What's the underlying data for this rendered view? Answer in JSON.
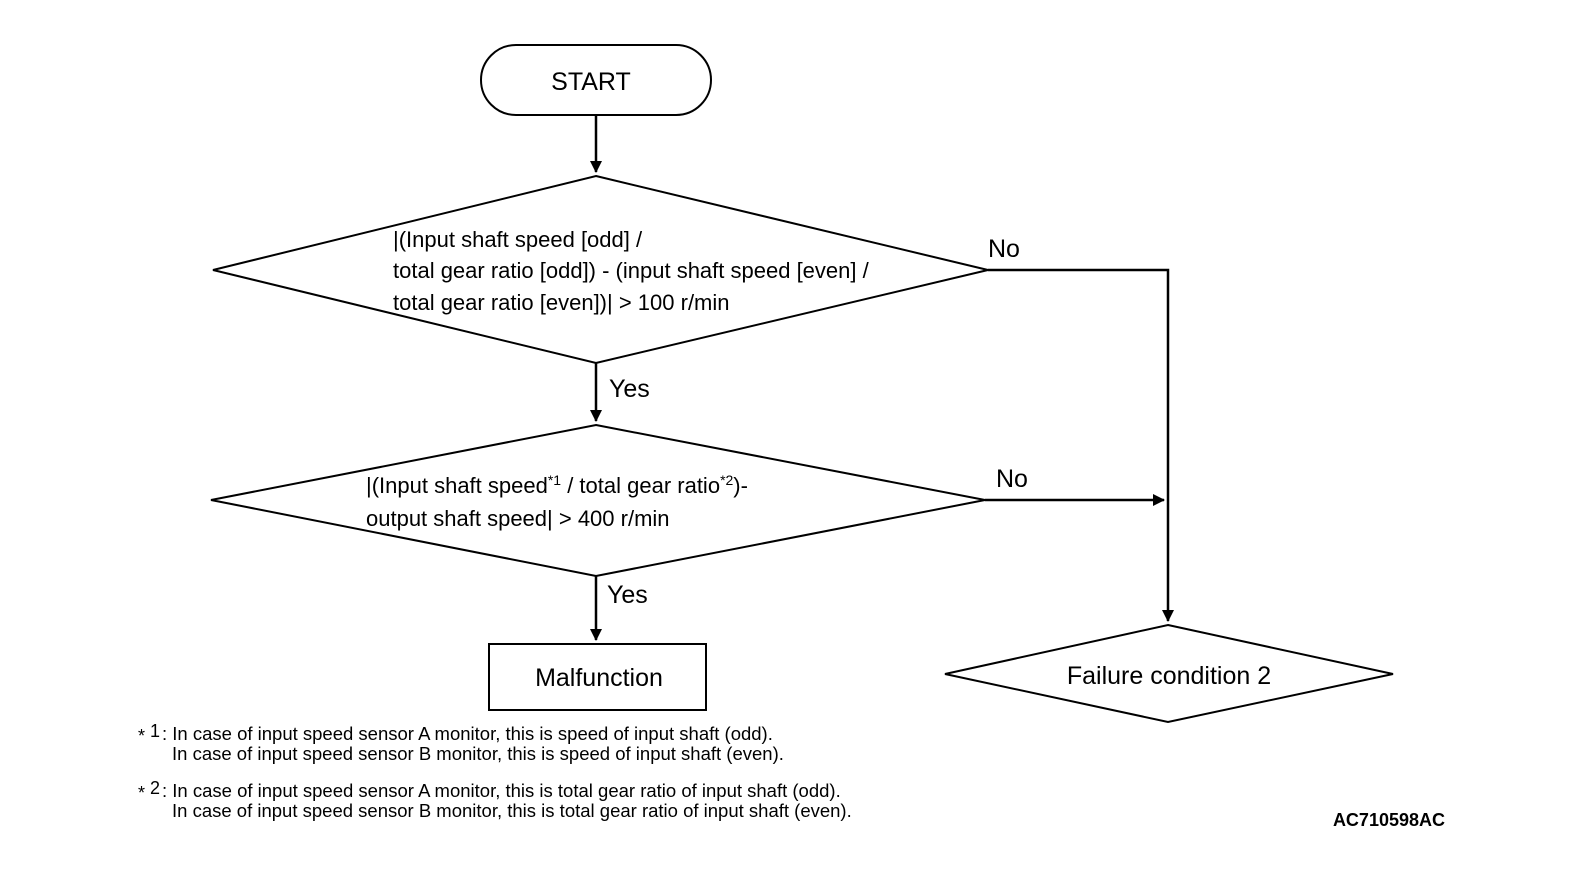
{
  "nodes": {
    "start": "START",
    "decision1": {
      "line1": "|(Input shaft speed [odd] /",
      "line2": "total gear ratio [odd]) - (input shaft speed [even] /",
      "line3": "total gear ratio [even])| > 100 r/min"
    },
    "decision2": {
      "line1_a": "|(Input shaft speed",
      "line1_b": "*1",
      "line1_c": " / total gear ratio",
      "line1_d": "*2",
      "line1_e": ")-",
      "line2": "output shaft speed| > 400 r/min"
    },
    "malfunction": "Malfunction",
    "failure": "Failure condition 2"
  },
  "edges": {
    "d1_yes": "Yes",
    "d1_no": "No",
    "d2_yes": "Yes",
    "d2_no": "No"
  },
  "notes": {
    "n1_mark": "*",
    "n1_num": "1",
    "n1_line1": ": In case of input speed sensor A monitor, this is speed of input shaft (odd).",
    "n1_line2": "In case of input speed sensor B monitor, this is speed of input shaft (even).",
    "n2_mark": "*",
    "n2_num": "2",
    "n2_line1": ": In case of input speed sensor A monitor, this is total gear ratio of input shaft (odd).",
    "n2_line2": "In case of input speed sensor B monitor, this is total gear ratio of input shaft (even)."
  },
  "figure_code": "AC710598AC"
}
